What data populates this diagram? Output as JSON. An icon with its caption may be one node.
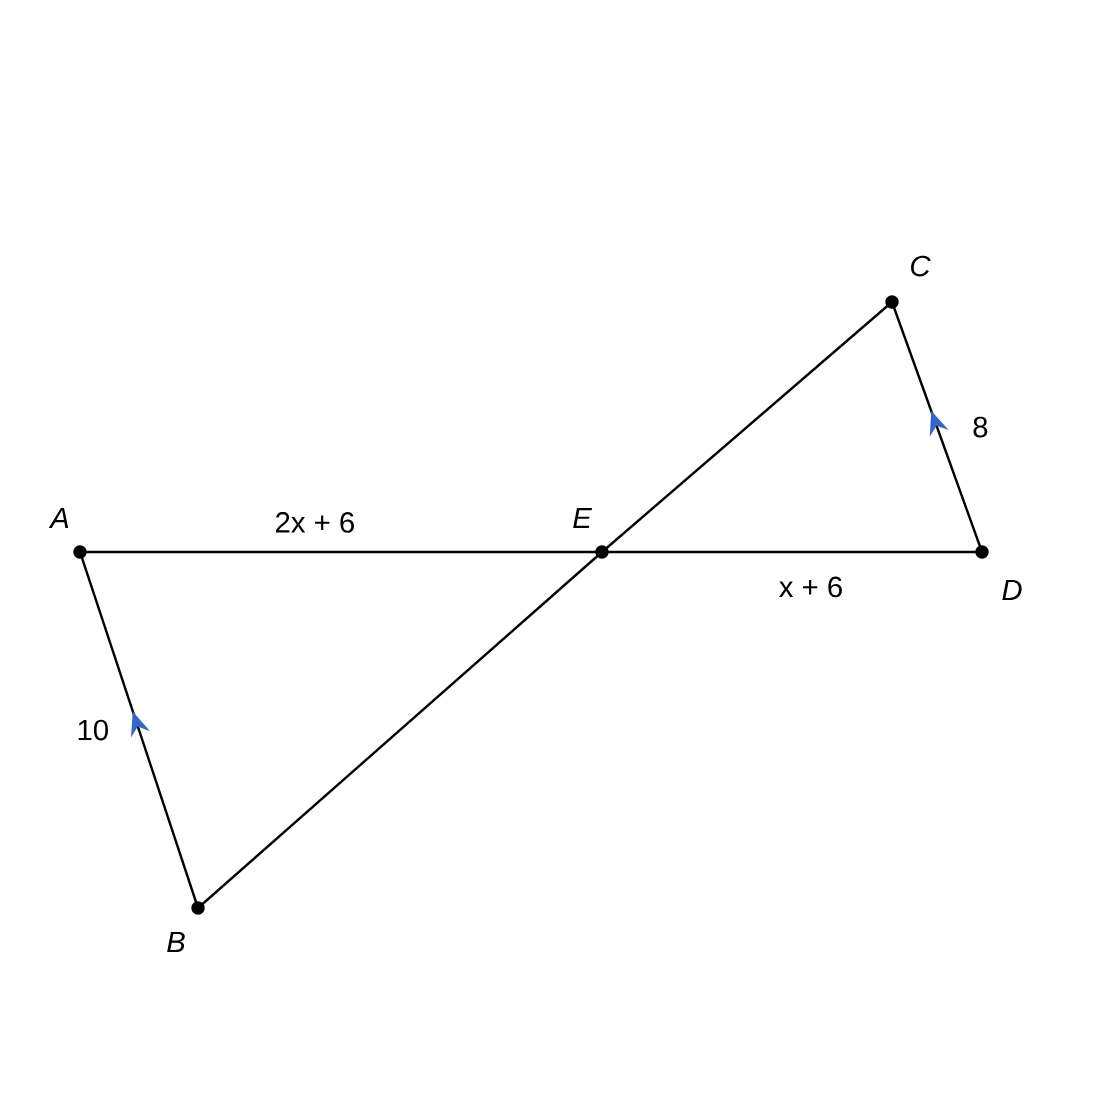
{
  "diagram": {
    "nodes": [
      {
        "text": [
          "A"
        ]
      },
      {
        "text": [
          "B"
        ]
      },
      {
        "text": [
          "C"
        ]
      },
      {
        "text": [
          "D"
        ]
      },
      {
        "text": [
          "E"
        ]
      }
    ],
    "edges": [
      {
        "from": 0,
        "to": 4,
        "arrow": "none",
        "label": "2x + 6"
      },
      {
        "from": 4,
        "to": 3,
        "arrow": "none",
        "label": "x + 6"
      },
      {
        "from": 1,
        "to": 0,
        "arrow": "to",
        "label": "10"
      },
      {
        "from": 3,
        "to": 2,
        "arrow": "to",
        "label": "8"
      },
      {
        "from": 1,
        "to": 4,
        "arrow": "none"
      },
      {
        "from": 4,
        "to": 2,
        "arrow": "none"
      }
    ]
  }
}
